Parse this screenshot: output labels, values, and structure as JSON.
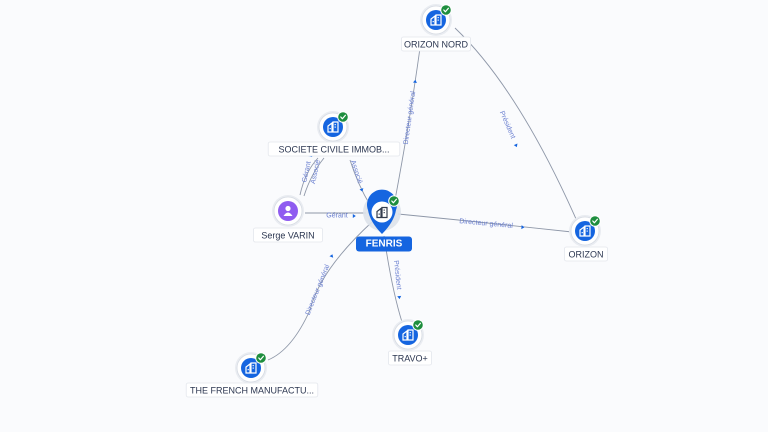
{
  "colors": {
    "accent": "#1565e0",
    "check": "#1e8e3e",
    "person": "#8f5cf0",
    "edge": "#8e97a8",
    "edge_label": "#6a7fd0",
    "node_text": "#2b3650"
  },
  "nodes": [
    {
      "id": "fenris",
      "label": "FENRIS",
      "kind": "company",
      "icon": "building-icon",
      "central": true,
      "verified": true
    },
    {
      "id": "orizon_nord",
      "label": "ORIZON NORD",
      "kind": "company",
      "icon": "building-icon",
      "verified": true
    },
    {
      "id": "orizon",
      "label": "ORIZON",
      "kind": "company",
      "icon": "building-icon",
      "verified": true
    },
    {
      "id": "sci",
      "label": "SOCIETE CIVILE IMMOB...",
      "kind": "company",
      "icon": "building-icon",
      "verified": true
    },
    {
      "id": "serge",
      "label": "Serge VARIN",
      "kind": "person",
      "icon": "person-icon",
      "verified": false
    },
    {
      "id": "travo",
      "label": "TRAVO+",
      "kind": "company",
      "icon": "building-icon",
      "verified": true
    },
    {
      "id": "tfm",
      "label": "THE FRENCH MANUFACTU...",
      "kind": "company",
      "icon": "building-icon",
      "verified": true
    }
  ],
  "edges": [
    {
      "id": "e1",
      "from": "fenris",
      "to": "orizon_nord",
      "label": "Directeur général"
    },
    {
      "id": "e2",
      "from": "orizon_nord",
      "to": "orizon",
      "label": "Président"
    },
    {
      "id": "e3",
      "from": "fenris",
      "to": "orizon",
      "label": "Directeur général"
    },
    {
      "id": "e4",
      "from": "sci",
      "to": "fenris",
      "label": "Associé"
    },
    {
      "id": "e5",
      "from": "serge",
      "to": "sci",
      "label": "Gérant"
    },
    {
      "id": "e6",
      "from": "serge",
      "to": "sci",
      "label": "Associé"
    },
    {
      "id": "e7",
      "from": "serge",
      "to": "fenris",
      "label": "Gérant"
    },
    {
      "id": "e8",
      "from": "fenris",
      "to": "travo",
      "label": "Président"
    },
    {
      "id": "e9",
      "from": "tfm",
      "to": "fenris",
      "label": "Directeur général"
    }
  ]
}
